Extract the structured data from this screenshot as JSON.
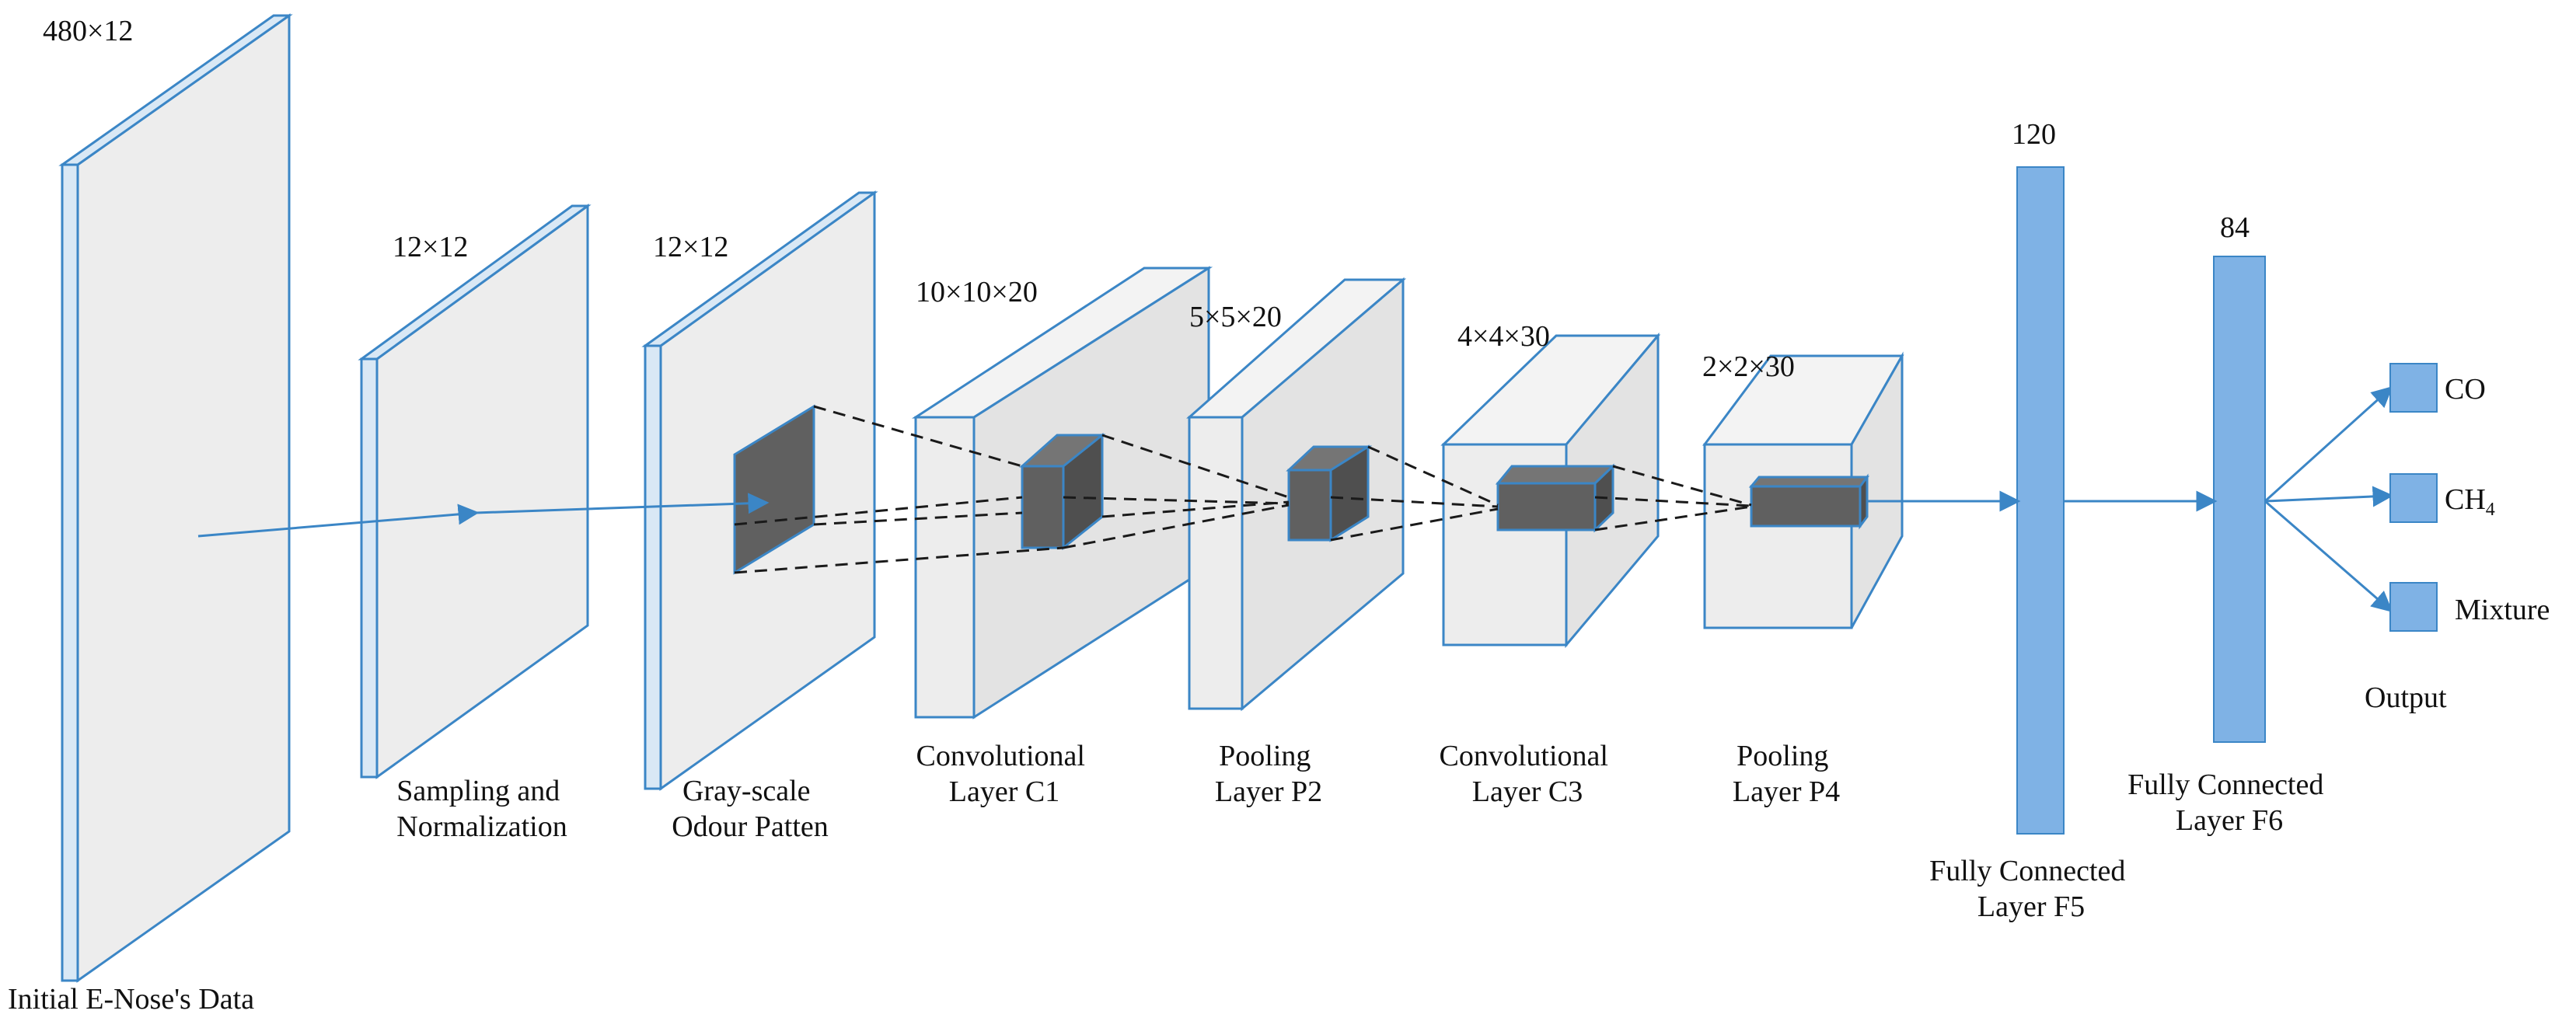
{
  "stages": [
    {
      "id": "initial",
      "dims": "480×12",
      "label": [
        "Initial E-Nose's Data"
      ]
    },
    {
      "id": "sampling",
      "dims": "12×12",
      "label": [
        "Sampling and",
        "Normalization"
      ]
    },
    {
      "id": "grayscale",
      "dims": "12×12",
      "label": [
        "Gray-scale",
        "Odour Patten"
      ]
    },
    {
      "id": "c1",
      "dims": "10×10×20",
      "label": [
        "Convolutional",
        "Layer C1"
      ]
    },
    {
      "id": "p2",
      "dims": "5×5×20",
      "label": [
        "Pooling",
        "Layer P2"
      ]
    },
    {
      "id": "c3",
      "dims": "4×4×30",
      "label": [
        "Convolutional",
        "Layer C3"
      ]
    },
    {
      "id": "p4",
      "dims": "2×2×30",
      "label": [
        "Pooling",
        "Layer P4"
      ]
    },
    {
      "id": "f5",
      "dims": "120",
      "label": [
        "Fully Connected",
        "Layer F5"
      ]
    },
    {
      "id": "f6",
      "dims": "84",
      "label": [
        "Fully Connected",
        "Layer F6"
      ]
    }
  ],
  "outputs": [
    {
      "label": "CO"
    },
    {
      "label": "CH",
      "subscript": "4"
    },
    {
      "label": "Mixture"
    }
  ],
  "output_title": "Output",
  "colors": {
    "accent_blue": "#3b86c6",
    "bar_fill": "#7fb2e5",
    "slab_fill": "#ededed",
    "kernel_fill": "#606060"
  }
}
